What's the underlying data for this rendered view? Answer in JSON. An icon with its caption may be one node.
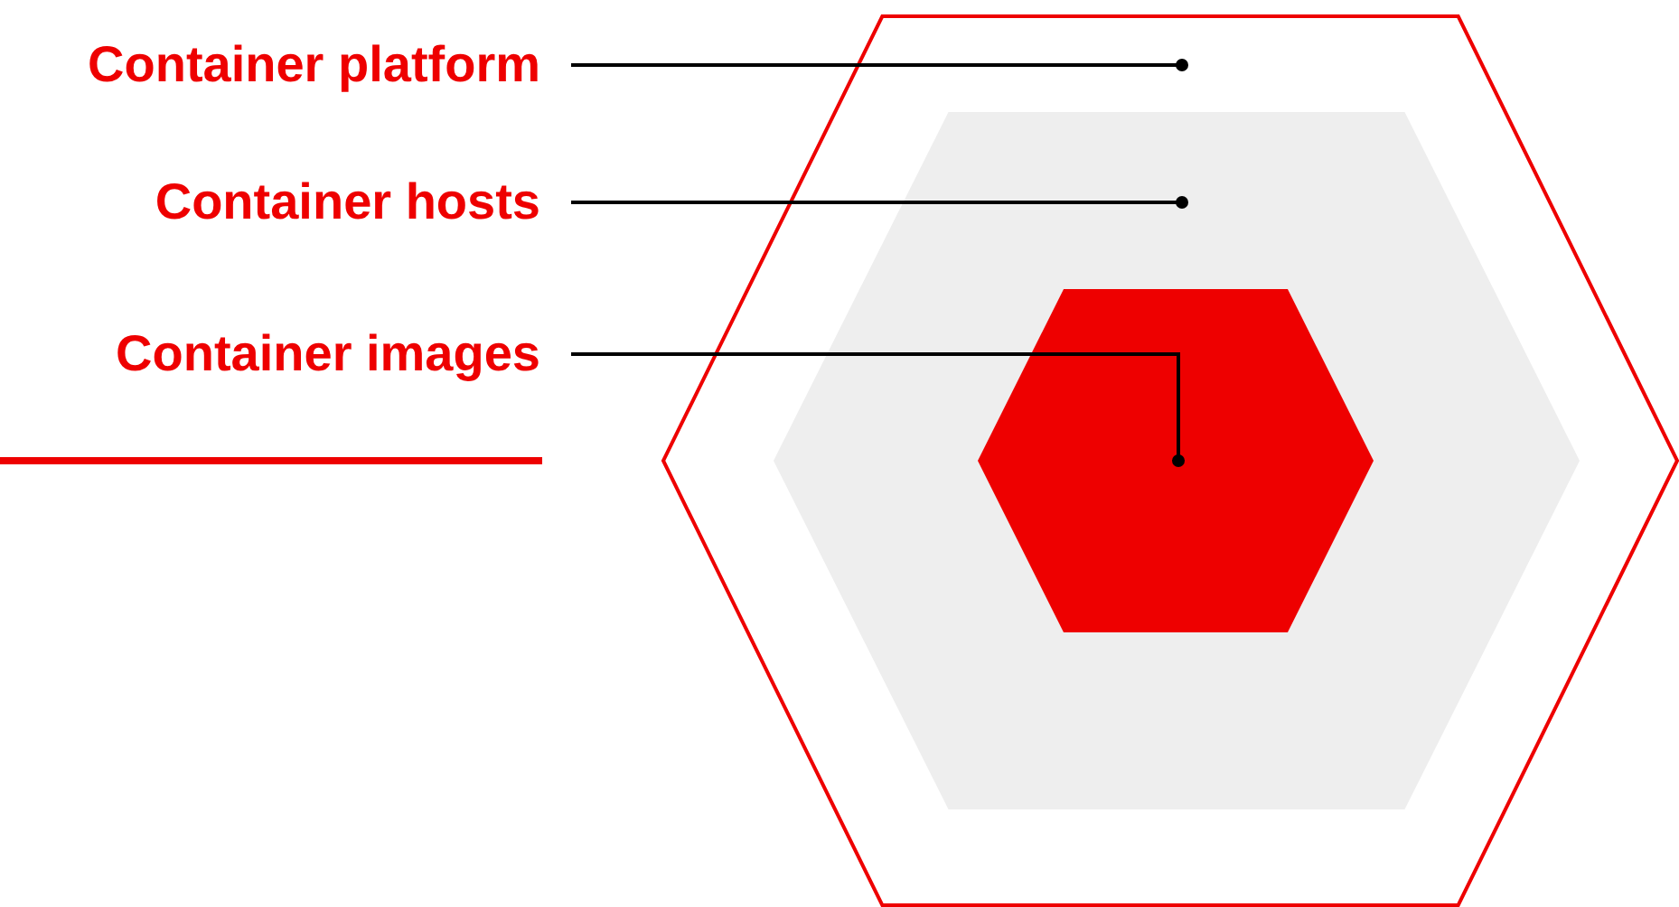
{
  "diagram": {
    "nodes": [
      {
        "text": [
          "Container platform"
        ]
      },
      {
        "text": [
          "Container hosts"
        ]
      },
      {
        "text": [
          "Container images"
        ]
      },
      {
        "text": [],
        "shape": "hexagon"
      },
      {
        "text": [],
        "shape": "hexagon",
        "in": 3
      },
      {
        "text": [],
        "shape": "hexagon",
        "in": 4
      }
    ],
    "edges": [
      {
        "from": 0,
        "to": 3,
        "arrow": "other"
      },
      {
        "from": 1,
        "to": 4,
        "arrow": "other"
      },
      {
        "from": 2,
        "to": 5,
        "arrow": "other"
      }
    ]
  }
}
